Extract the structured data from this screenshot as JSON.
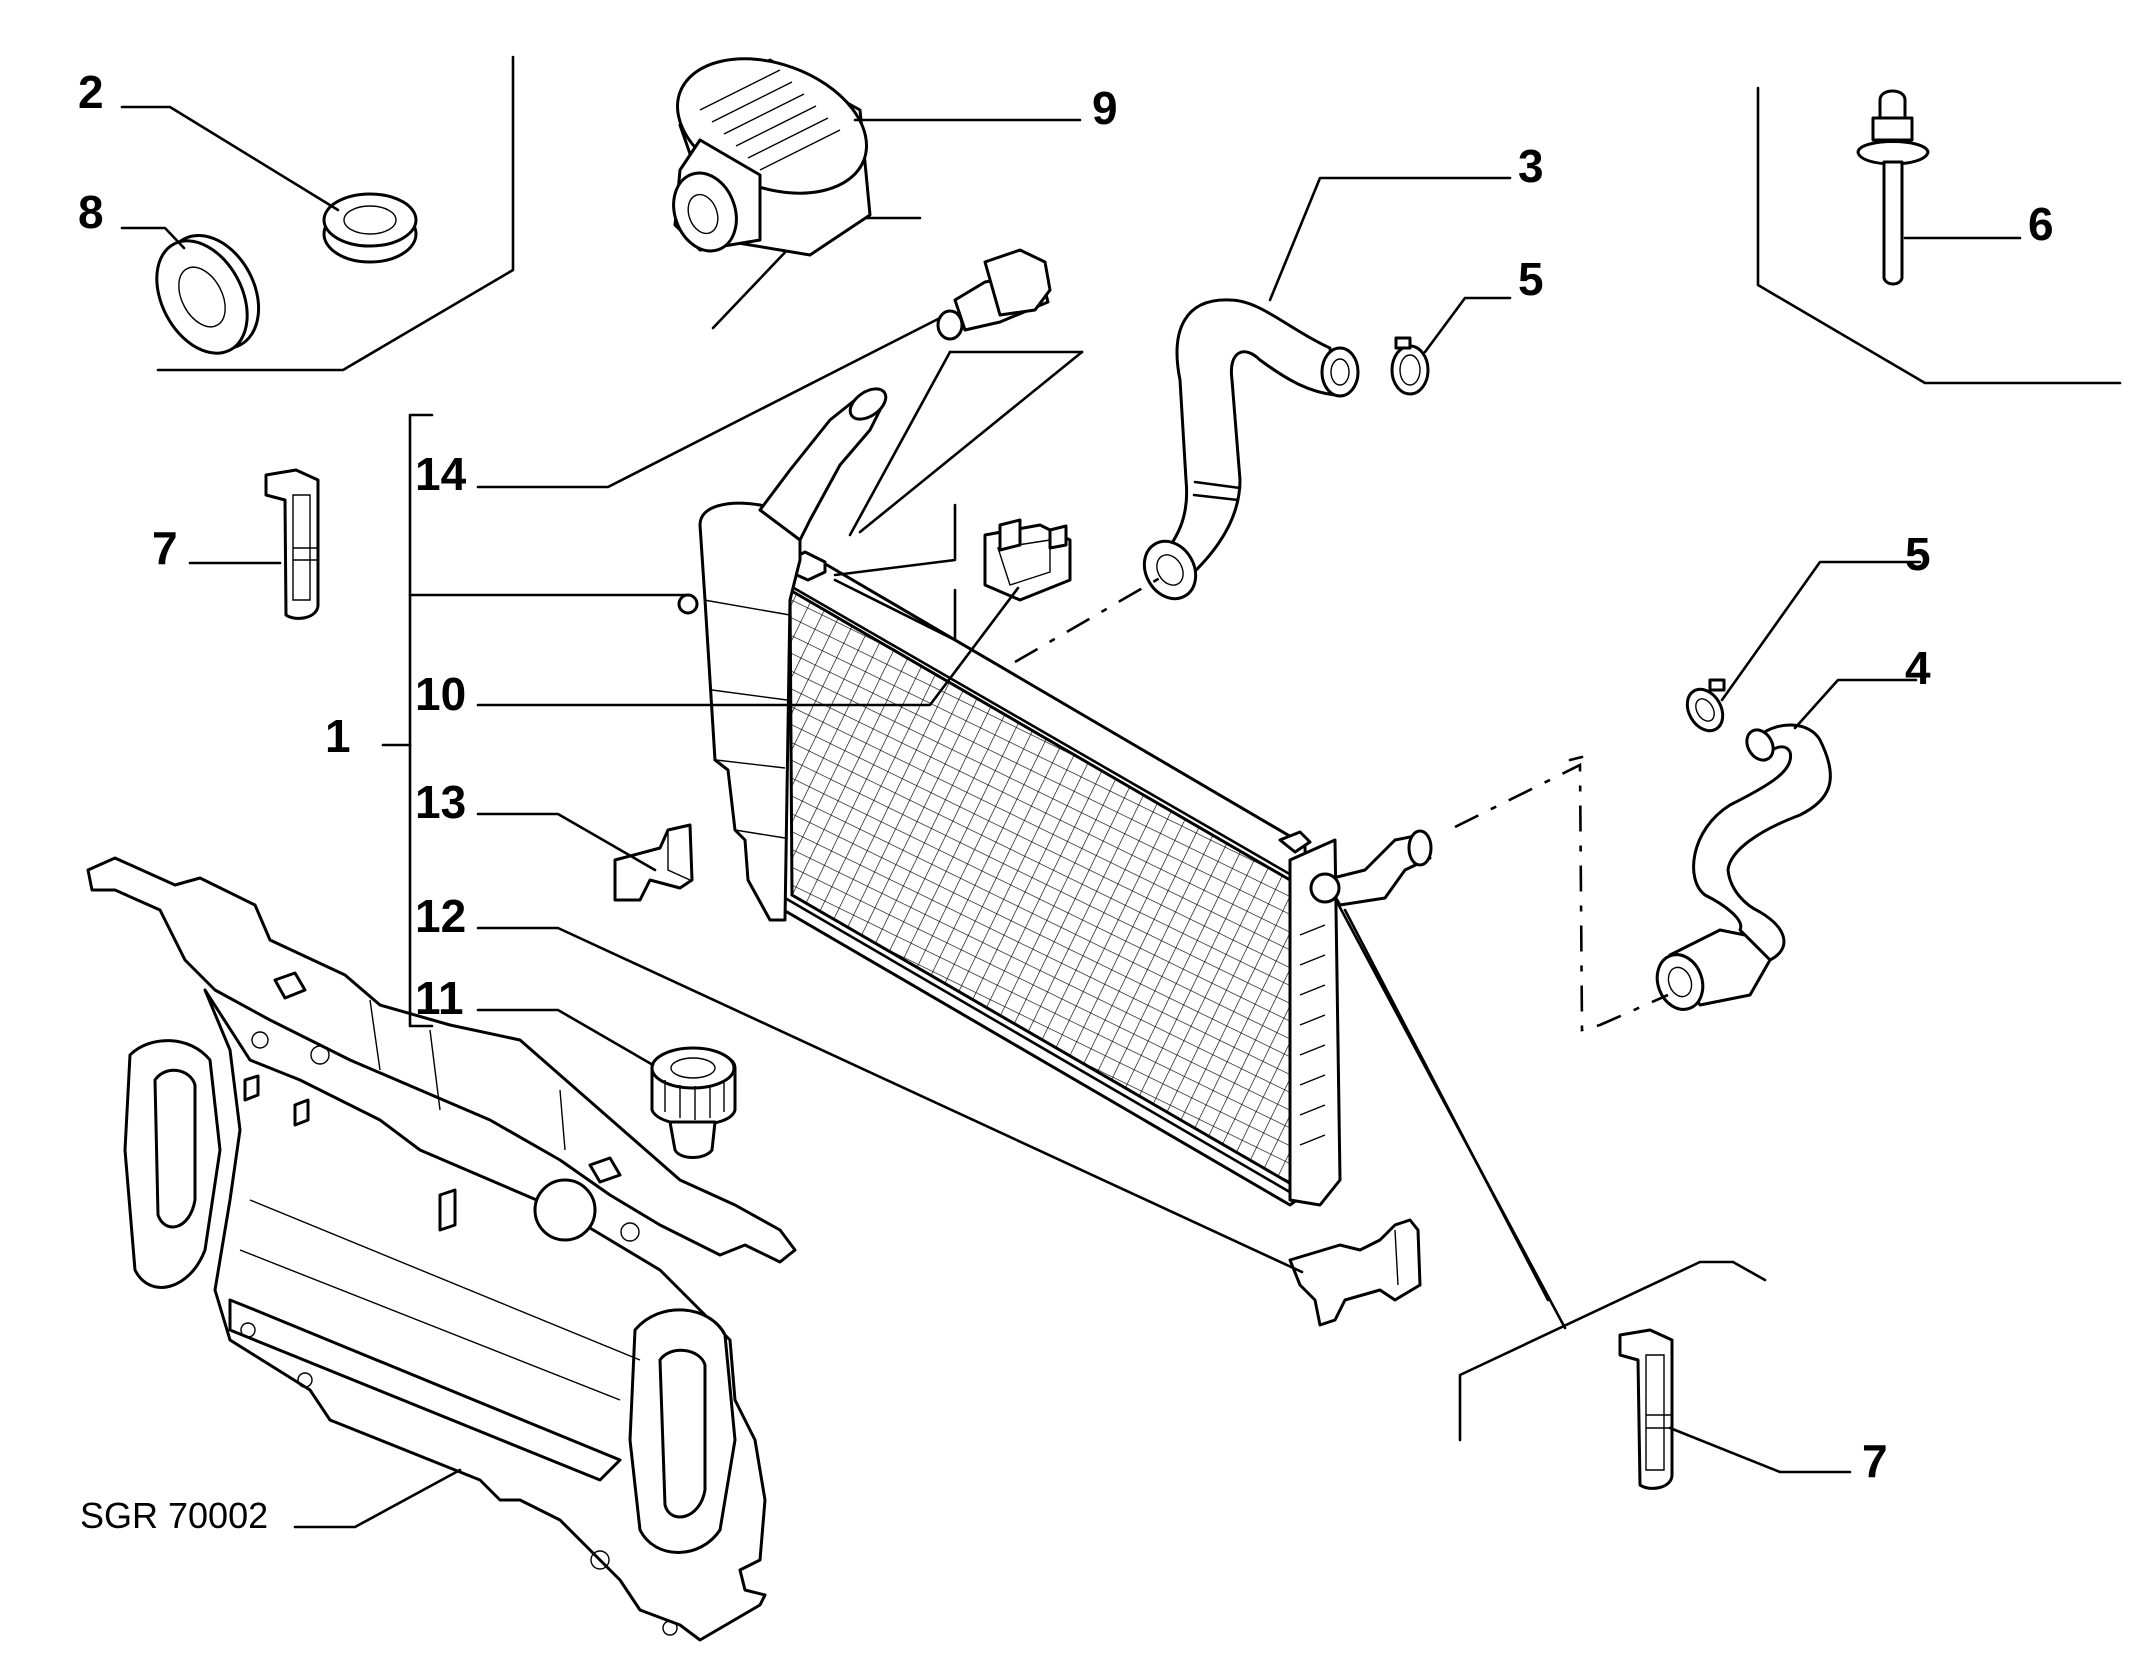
{
  "diagram": {
    "reference_code": "SGR 70002",
    "callouts": [
      {
        "id": "c2",
        "label": "2"
      },
      {
        "id": "c8",
        "label": "8"
      },
      {
        "id": "c9",
        "label": "9"
      },
      {
        "id": "c3",
        "label": "3"
      },
      {
        "id": "c5a",
        "label": "5"
      },
      {
        "id": "c6",
        "label": "6"
      },
      {
        "id": "c14",
        "label": "14"
      },
      {
        "id": "c7a",
        "label": "7"
      },
      {
        "id": "c5b",
        "label": "5"
      },
      {
        "id": "c4",
        "label": "4"
      },
      {
        "id": "c10",
        "label": "10"
      },
      {
        "id": "c1",
        "label": "1"
      },
      {
        "id": "c13",
        "label": "13"
      },
      {
        "id": "c12",
        "label": "12"
      },
      {
        "id": "c11",
        "label": "11"
      },
      {
        "id": "c7b",
        "label": "7"
      }
    ],
    "parts": [
      "radiator",
      "expansion-tank",
      "upper-hose",
      "lower-hose",
      "hose-clamp",
      "pressure-cap",
      "plug",
      "grommet",
      "bleed-valve",
      "push-rivet",
      "side-seal",
      "mounting-bracket",
      "bushing",
      "front-panel"
    ]
  }
}
